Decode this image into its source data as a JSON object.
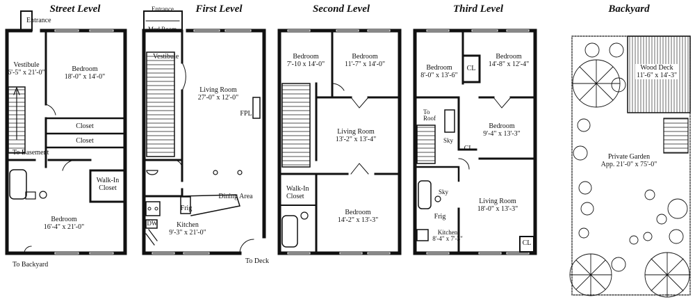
{
  "titles": {
    "street": "Street Level",
    "first": "First Level",
    "second": "Second Level",
    "third": "Third Level",
    "backyard": "Backyard"
  },
  "street": {
    "entrance": "Entrance",
    "vestibule": {
      "name": "Vestibule",
      "dims": "6'-5\" x 21'-0\""
    },
    "bedroom_front": {
      "name": "Bedroom",
      "dims": "18'-0\" x 14'-0\""
    },
    "closet1": "Closet",
    "closet2": "Closet",
    "to_basement": "To Basement",
    "walkin": "Walk-In\nCloset",
    "bedroom_rear": {
      "name": "Bedroom",
      "dims": "16'-4\" x 21'-0\""
    },
    "to_backyard": "To Backyard"
  },
  "first": {
    "entrance": "Entrance",
    "mud_room": "Mud Room",
    "vestibule": "Vestibule",
    "living": {
      "name": "Living Room",
      "dims": "27'-0\" x 12'-0\""
    },
    "fpl": "FPL",
    "dining": "Dining Area",
    "frig": "Frig",
    "dw": "DW",
    "kitchen": {
      "name": "Kitchen",
      "dims": "9'-3\" x 21'-0\""
    },
    "to_deck": "To Deck"
  },
  "second": {
    "bedroom1": {
      "name": "Bedroom",
      "dims": "7'-10 x 14'-0\""
    },
    "bedroom2": {
      "name": "Bedroom",
      "dims": "11'-7\" x 14'-0\""
    },
    "living": {
      "name": "Living Room",
      "dims": "13'-2\" x 13'-4\""
    },
    "walkin": "Walk-In\nCloset",
    "bedroom3": {
      "name": "Bedroom",
      "dims": "14'-2\" x 13'-3\""
    }
  },
  "third": {
    "bedroom1": {
      "name": "Bedroom",
      "dims": "8'-0\" x 13'-6\""
    },
    "cl_top": "CL",
    "bedroom2": {
      "name": "Bedroom",
      "dims": "14'-8\" x 12'-4\""
    },
    "to_roof": "To\nRoof",
    "sky": "Sky",
    "cl_mid": "CL",
    "bedroom3": {
      "name": "Bedroom",
      "dims": "9'-4\" x 13'-3\""
    },
    "sky2": "Sky",
    "frig": "Frig",
    "kitchen": {
      "name": "Kitchen",
      "dims": "8'-4\" x 7'-3\""
    },
    "living": {
      "name": "Living Room",
      "dims": "18'-0\" x 13'-3\""
    },
    "cl_bottom": "CL"
  },
  "backyard": {
    "deck": {
      "name": "Wood Deck",
      "dims": "11'-6\" x 14'-3\""
    },
    "garden": {
      "name": "Private Garden",
      "dims": "App. 21'-0\" x 75'-0\""
    }
  }
}
